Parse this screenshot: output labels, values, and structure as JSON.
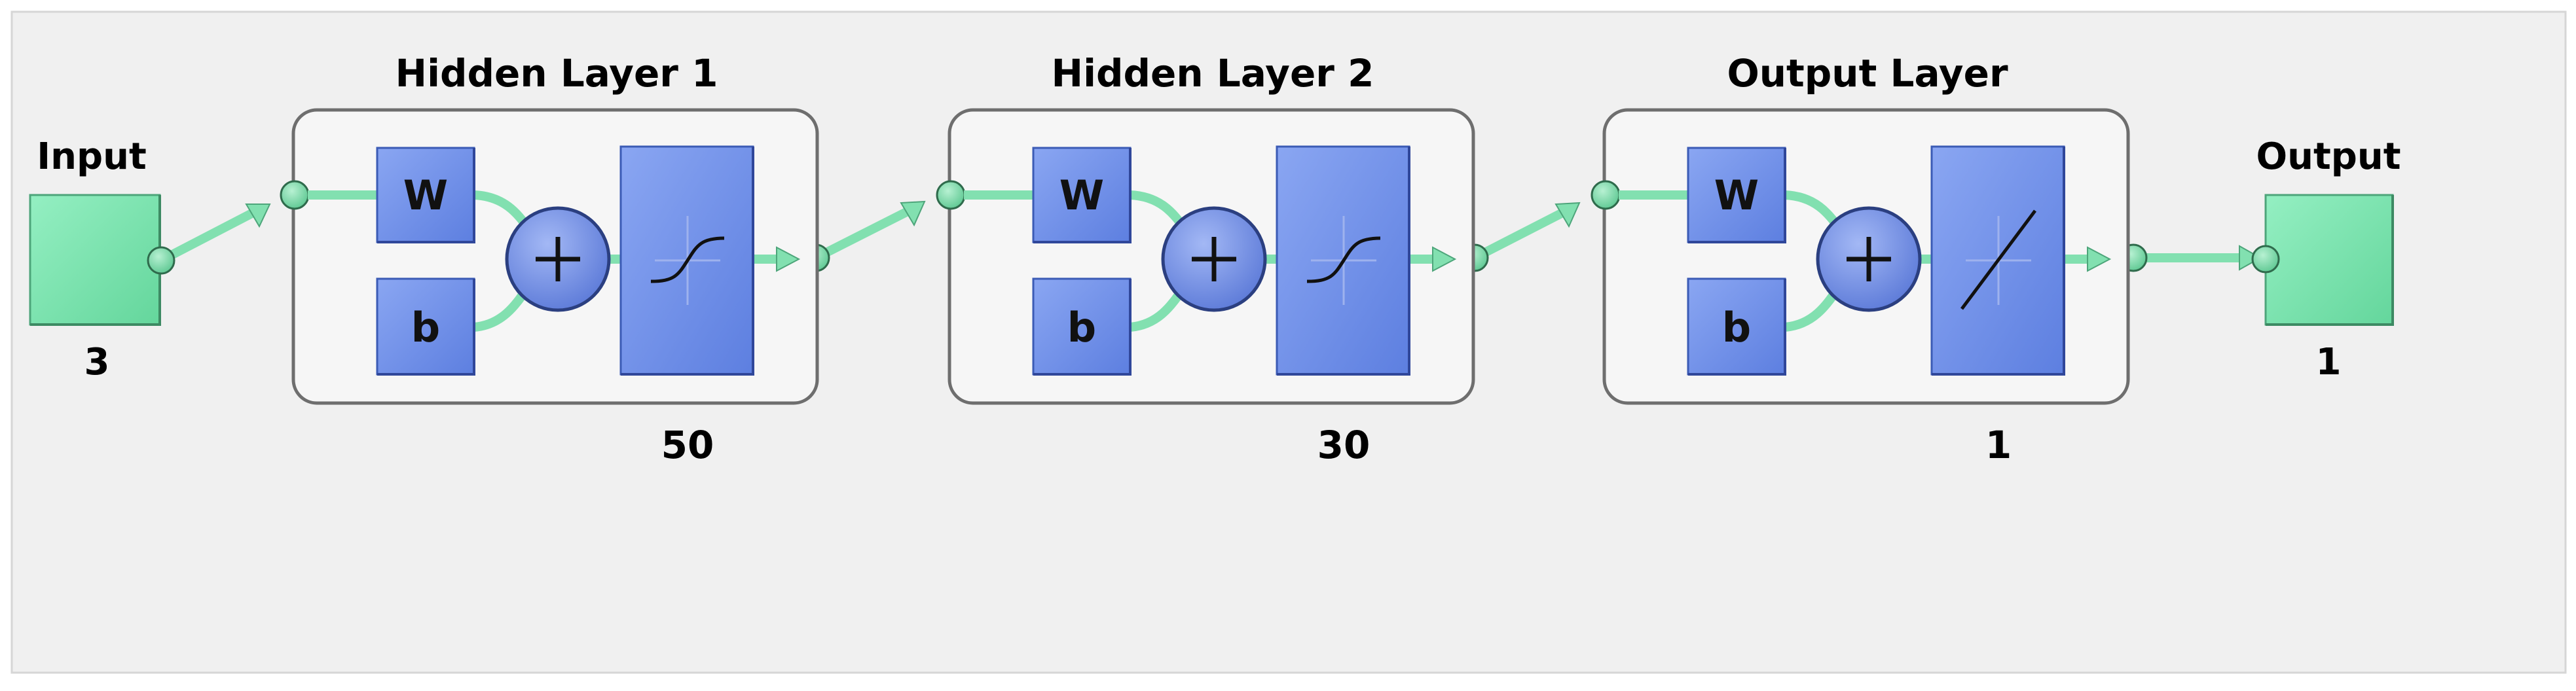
{
  "input": {
    "label": "Input",
    "size": "3"
  },
  "output": {
    "label": "Output",
    "size": "1"
  },
  "layers": [
    {
      "title": "Hidden Layer 1",
      "size": "50",
      "weight_label": "W",
      "bias_label": "b",
      "transfer": "sigmoid"
    },
    {
      "title": "Hidden Layer 2",
      "size": "30",
      "weight_label": "W",
      "bias_label": "b",
      "transfer": "sigmoid"
    },
    {
      "title": "Output Layer",
      "size": "1",
      "weight_label": "W",
      "bias_label": "b",
      "transfer": "linear"
    }
  ],
  "colors": {
    "panel_bg": "#f0f0f0",
    "io_block": "#7ee6b2",
    "connector": "#82e0b0",
    "node": "#7ed6a6",
    "block_fill": "#6f8fe8",
    "layer_box_border": "#6e6e6e",
    "layer_box_fill": "#f6f6f6"
  }
}
